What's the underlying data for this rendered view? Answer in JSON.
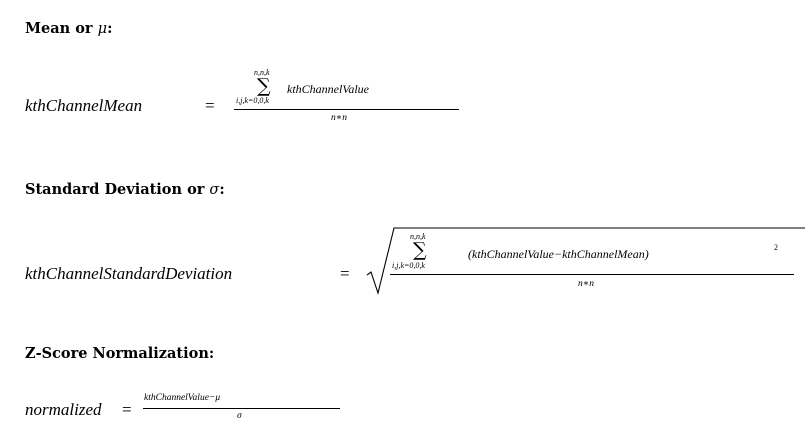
{
  "sections": {
    "mean": {
      "heading": "Mean or ",
      "symbol": "μ",
      "colon": ":",
      "lhs": "kthChannelMean",
      "equals": "=",
      "upper_limit": "n,n,k",
      "sigma": "∑",
      "lower_limit": "i,j,k=0,0,k",
      "summand": "kthChannelValue",
      "denominator": "n∗n"
    },
    "std": {
      "heading": "Standard Deviation or ",
      "symbol": "σ",
      "colon": ":",
      "lhs": "kthChannelStandardDeviation",
      "equals": "=",
      "upper_limit": "n,n,k",
      "sigma": "∑",
      "lower_limit": "i,j,k=0,0,k",
      "summand": "(kthChannelValue−kthChannelMean)",
      "exponent": "2",
      "denominator": "n∗n"
    },
    "zscore": {
      "heading": "Z-Score Normalization:",
      "lhs": "normalized",
      "equals": "=",
      "numerator": "kthChannelValue−μ",
      "denominator": "σ"
    }
  }
}
